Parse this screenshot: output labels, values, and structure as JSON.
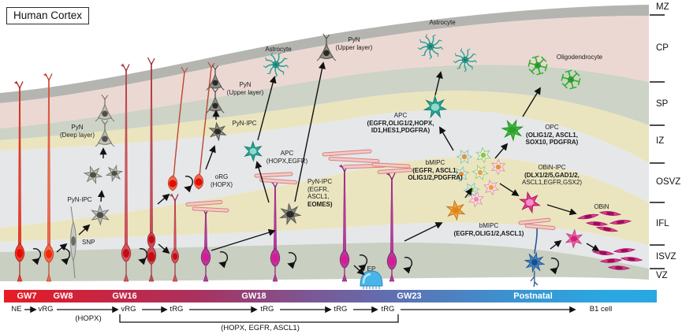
{
  "title": "Human Cortex",
  "layers": [
    "MZ",
    "CP",
    "SP",
    "IZ",
    "OSVZ",
    "IFL",
    "ISVZ",
    "VZ"
  ],
  "timeline": {
    "stages": [
      "GW7",
      "GW8",
      "GW16",
      "GW18",
      "GW23",
      "Postnatal"
    ]
  },
  "lineage": {
    "ne": "NE",
    "vrg_a": "vRG",
    "vrg_b": "vRG",
    "trg_a": "tRG",
    "trg_b": "tRG",
    "trg_c": "tRG",
    "trg_d": "tRG",
    "b1": "B1 cell",
    "hopx_note": "(HOPX)",
    "bracket_note": "(HOPX, EGFR, ASCL1)"
  },
  "cells": {
    "pyn_deep": {
      "l1": "PyN",
      "l2": "(Deep layer)"
    },
    "pyn_ipc_left": {
      "l1": "PyN-IPC"
    },
    "snp": {
      "l1": "SNP"
    },
    "org": {
      "l1": "oRG",
      "l2": "(HOPX)"
    },
    "pyn_upper_a": {
      "l1": "PyN",
      "l2": "(Upper layer)"
    },
    "pyn_ipc_upper": {
      "l1": "PyN-IPC"
    },
    "apc_small": {
      "l1": "APC",
      "l2": "(HOPX,EGFR)"
    },
    "astrocyte_left": {
      "l1": "Astrocyte"
    },
    "pyn_upper_b": {
      "l1": "PyN",
      "l2": "(Upper layer)"
    },
    "pyn_ipc_eomes": {
      "l1": "PyN-IPC",
      "l2": "(EGFR,",
      "l3": "ASCL1,",
      "l4": "EOMES)"
    },
    "astrocyte_right": {
      "l1": "Astrocyte"
    },
    "apc_big": {
      "l1": "APC",
      "l2": "(EGFR,OLIG1/2,HOPX,",
      "l3": "ID1,HES1,PDGFRA)"
    },
    "oligodendrocyte": {
      "l1": "Oligodendrocyte"
    },
    "opc": {
      "l1": "OPC",
      "l2": "(OLIG1/2, ASCL1,",
      "l3": "SOX10, PDGFRA)"
    },
    "bmipc_upper": {
      "l1": "bMIPC",
      "l2": "(EGFR, ASCL1,",
      "l3": "OLIG1/2,PDGFRA)"
    },
    "bmipc_lower": {
      "l1": "bMIPC",
      "l2": "(EGFR,OLIG1/2,ASCL1)"
    },
    "obin_ipc": {
      "l1": "OBiN-IPC",
      "l2": "(DLX1/2/5,GAD1/2,",
      "l3": "ASCL1,EGFR,GSX2)"
    },
    "obin": {
      "l1": "OBiN"
    },
    "ep": {
      "l1": "EP"
    }
  },
  "colors": {
    "bands": {
      "mz": "#b4b5b0",
      "cp": "#ecd8d3",
      "sp": "#cdd3c6",
      "iz": "#eae5bf",
      "osvz": "#e5e7e9",
      "ifl": "#eae5bf",
      "isvz": "#e5e7e9",
      "vz": "#c9cfc1"
    },
    "vrg_red": {
      "body": "#ef3b2b",
      "dark": "#b02a1e",
      "nuc": "#e20b00"
    },
    "vrg_salmon": {
      "body": "#f0684c",
      "dark": "#c04430",
      "nuc": "#ee2b07"
    },
    "vrg_crimson": {
      "body": "#d8525c",
      "dark": "#a03440",
      "nuc": "#c50d18"
    },
    "vrg_div": {
      "body": "#cc4a55",
      "dark": "#96323e",
      "nuc": "#c20d12"
    },
    "trg": {
      "body": "#b9399c",
      "dark": "#862470",
      "nuc": "#d81a96"
    },
    "trg_purple": {
      "body": "#a83aa0",
      "dark": "#752a76",
      "nuc": "#c register"
    },
    "tree_pink": "#f6c8c6",
    "tree_stroke": "#d4827e",
    "gray_cell": "#c2c2bb",
    "gray_stroke": "#78786e",
    "gray_nuc": "#50504a",
    "dark_cell": "#8e8e86",
    "dark_stroke": "#55554d",
    "dark_nuc": "#292926",
    "teal": "#2aa395",
    "teal_dark": "#187f72",
    "teal_nuc": "#8fd9cb",
    "green": "#3bbd3b",
    "green_dark": "#259023",
    "orange": "#f4a440",
    "orange_dark": "#c2761c",
    "orange_nuc": "#e08519",
    "magenta": "#e23a90",
    "magenta_dark": "#ad1b64",
    "magenta_nuc": "#f291c4",
    "pink2": "#ee6aa6",
    "pink2_dark": "#c23b7c",
    "pink2_nuc": "#d41f7e",
    "obin": "#e43e95",
    "obin_dark": "#ac1a68",
    "obin_nuc": "#9c0e5c",
    "blue_b1": "#4285c6",
    "blue_b1_dark": "#28598f",
    "blue_b1_nuc": "#1c4f8e",
    "ep_blue": "#48b5e8",
    "ep_dark": "#2888ba",
    "cluster_teal": "#d9ede5",
    "cluster_green": "#e6f2d8",
    "cluster_pink": "#f9dfe4",
    "arrow": "#111111"
  }
}
